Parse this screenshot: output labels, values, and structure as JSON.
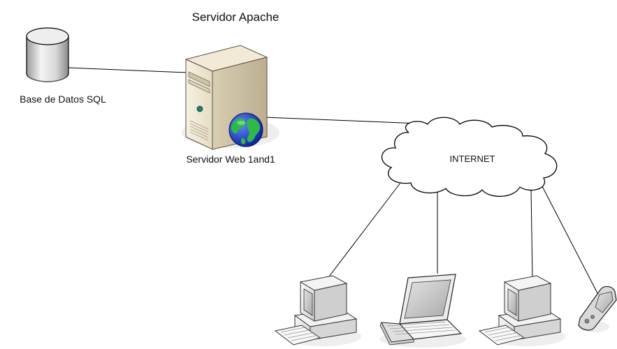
{
  "diagram": {
    "title": "Servidor Apache",
    "nodes": {
      "database": {
        "label": "Base de Datos SQL",
        "icon": "database-cylinder-icon"
      },
      "web_server": {
        "label": "Servidor Web 1and1",
        "icon": "server-tower-globe-icon"
      },
      "internet": {
        "label": "INTERNET",
        "icon": "cloud-icon"
      },
      "clients": [
        {
          "icon": "desktop-computer-icon"
        },
        {
          "icon": "laptop-icon"
        },
        {
          "icon": "desktop-computer-icon"
        },
        {
          "icon": "pda-handheld-icon"
        }
      ]
    },
    "connections": [
      {
        "from": "database",
        "to": "web_server"
      },
      {
        "from": "web_server",
        "to": "internet"
      },
      {
        "from": "internet",
        "to": "client-1"
      },
      {
        "from": "internet",
        "to": "client-2"
      },
      {
        "from": "internet",
        "to": "client-3"
      },
      {
        "from": "internet",
        "to": "client-4"
      }
    ]
  }
}
